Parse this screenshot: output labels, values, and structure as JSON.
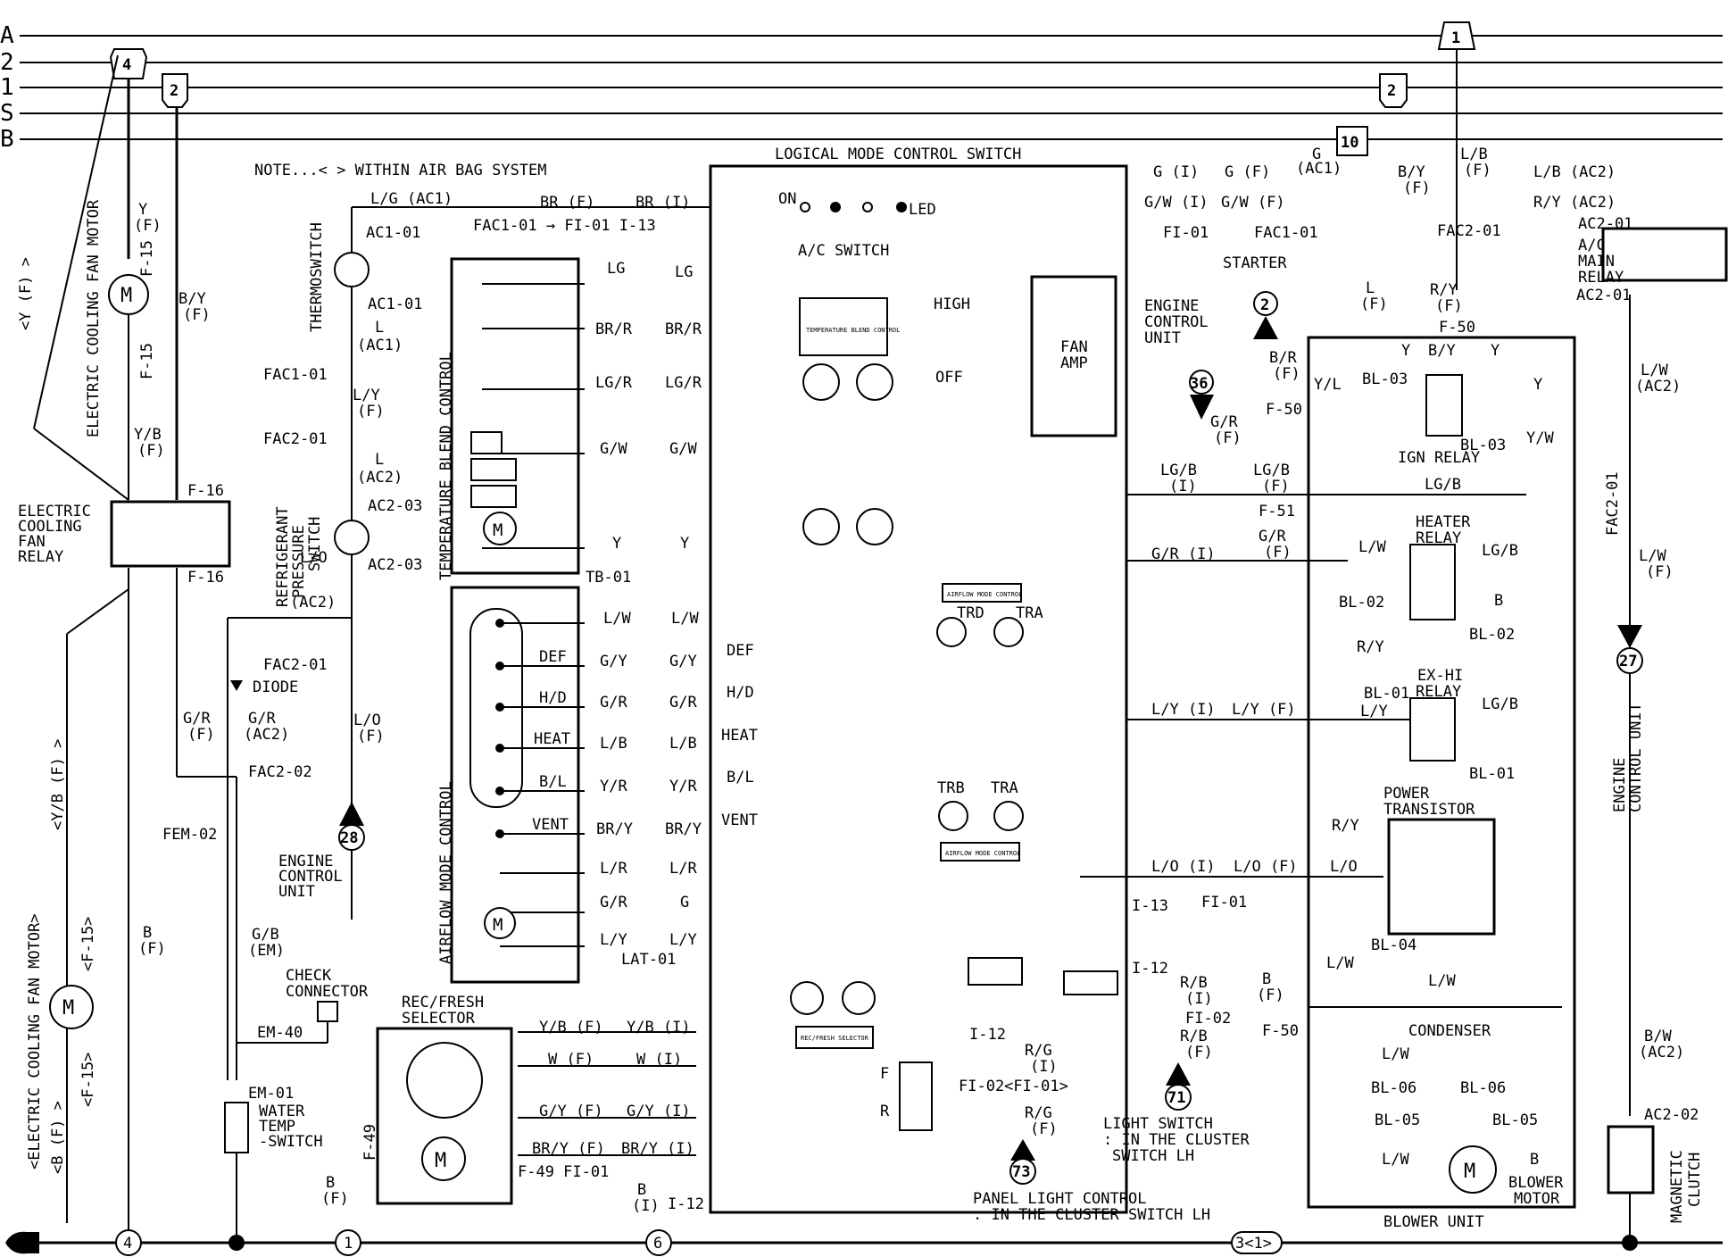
{
  "buses": [
    "A",
    "2",
    "1",
    "S",
    "B"
  ],
  "note": "NOTE...< > WITHIN AIR BAG SYSTEM",
  "bus_tags": {
    "fuse4": "4",
    "fuse2_left": "2",
    "fuse1": "1",
    "fuse2_right": "2",
    "fuse10": "10"
  },
  "components": {
    "logical_mode_control_switch": "LOGICAL MODE CONTROL SWITCH",
    "temperature_blend_control": "TEMPERATURE BLEND CONTROL",
    "airflow_mode_control": "AIRFLOW MODE CONTROL",
    "ac_switch": "A/C SWITCH",
    "led": "LED",
    "on": "ON",
    "fan_amp_1": "FAN",
    "fan_amp_2": "AMP",
    "high": "HIGH",
    "off": "OFF",
    "temp_blend_chip": "TEMPERATURE BLEND CONTROL",
    "airflow_chip_top": "AIRFLOW MODE CONTROL",
    "airflow_chip_bottom": "AIRFLOW MODE CONTROL",
    "rec_fresh_chip": "REC/FRESH SELECTOR",
    "thermoswitch": "THERMOSWITCH",
    "refrigerant_1": "REFRIGERANT",
    "refrigerant_2": "PRESSURE",
    "refrigerant_3": "SWITCH",
    "electric_cooling_fan_motor_top": "ELECTRIC COOLING FAN MOTOR",
    "electric_cooling_fan_motor_bottom": "<ELECTRIC COOLING FAN MOTOR>",
    "ecf_relay_1": "ELECTRIC",
    "ecf_relay_2": "COOLING",
    "ecf_relay_3": "FAN",
    "ecf_relay_4": "RELAY",
    "diode": "DIODE",
    "engine_control_unit_1": "ENGINE",
    "engine_control_unit_2": "CONTROL",
    "engine_control_unit_3": "UNIT",
    "engine_control_unit_right_1": "ENGINE",
    "engine_control_unit_right_2": "CONTROL UNIT",
    "check_connector_1": "CHECK",
    "check_connector_2": "CONNECTOR",
    "water_temp_1": "WATER",
    "water_temp_2": "TEMP",
    "water_temp_3": "-SWITCH",
    "rec_fresh_selector_1": "REC/FRESH",
    "rec_fresh_selector_2": "SELECTOR",
    "starter": "STARTER",
    "ac_main_relay_1": "A/C",
    "ac_main_relay_2": "MAIN",
    "ac_main_relay_3": "RELAY",
    "ign_relay": "IGN RELAY",
    "heater_relay_1": "HEATER",
    "heater_relay_2": "RELAY",
    "exhi_relay_1": "EX-HI",
    "exhi_relay_2": "RELAY",
    "power_transistor_1": "POWER",
    "power_transistor_2": "TRANSISTOR",
    "condenser": "CONDENSER",
    "blower_motor_1": "BLOWER",
    "blower_motor_2": "MOTOR",
    "blower_unit": "BLOWER UNIT",
    "magnetic_clutch_1": "MAGNETIC",
    "magnetic_clutch_2": "CLUTCH",
    "light_switch_1": "LIGHT SWITCH",
    "light_switch_2": ": IN THE CLUSTER",
    "light_switch_3": "SWITCH LH",
    "panel_light_1": "PANEL LIGHT CONTROL",
    "panel_light_2": ": IN THE CLUSTER SWITCH LH",
    "engine_control_unit_mid_1": "ENGINE",
    "engine_control_unit_mid_2": "CONTROL",
    "engine_control_unit_mid_3": "UNIT",
    "trd": "TRD",
    "tra_top": "TRA",
    "trb": "TRB",
    "tra_bottom": "TRA",
    "motor": "M"
  },
  "modes": [
    "DEF",
    "H/D",
    "HEAT",
    "B/L",
    "VENT"
  ],
  "switch_modes": [
    "DEF",
    "H/D",
    "HEAT",
    "B/L",
    "VENT"
  ],
  "rec_fresh_positions": [
    "F",
    "R"
  ],
  "connectors": {
    "ac1_01_a": "AC1-01",
    "ac1_01_b": "AC1-01",
    "fac1_01_left": "FAC1-01",
    "fac1_01_top": "FAC1-01 → FI-01 I-13",
    "fac2_01_a": "FAC2-01",
    "fac2_01_b": "FAC2-01",
    "ac2_03_a": "AC2-03",
    "ac2_03_b": "AC2-03",
    "fac2_02": "FAC2-02",
    "fem_02": "FEM-02",
    "em_40": "EM-40",
    "em_01": "EM-01",
    "f_15_a": "F-15",
    "f_15_b": "F-15",
    "f_15_c": "<F-15>",
    "f_15_d": "<F-15>",
    "f_16_a": "F-16",
    "f_16_b": "F-16",
    "f_49_a": "F-49",
    "f_49_b": "F-49 FI-01",
    "tb_01": "TB-01",
    "lat_01": "LAT-01",
    "i_12_a": "I-12",
    "i_12_b": "I-12",
    "i_12_c": "I-12",
    "i_13": "I-13",
    "fi_01_a": "FI-01",
    "fi_01_b": "FI-01",
    "fac1_01_right": "FAC1-01",
    "fi_02_a": "FI-02",
    "fi_02_b": "FI-02<FI-01>",
    "f_50_a": "F-50",
    "f_50_b": "F-50",
    "f_50_c": "F-50",
    "f_51": "F-51",
    "bl_03_a": "BL-03",
    "bl_03_b": "BL-03",
    "bl_02_a": "BL-02",
    "bl_02_b": "BL-02",
    "bl_01_a": "BL-01",
    "bl_01_b": "BL-01",
    "bl_04": "BL-04",
    "bl_06_a": "BL-06",
    "bl_06_b": "BL-06",
    "bl_05_a": "BL-05",
    "bl_05_b": "BL-05",
    "fac2_01_right": "FAC2-01",
    "ac2_01_a": "AC2-01",
    "ac2_01_b": "AC2-01",
    "fac2_01_vert": "FAC2-01",
    "ac2_02": "AC2-02"
  },
  "wires": {
    "lg_ac1": "L/G (AC1)",
    "br_f": "BR (F)",
    "br_i": "BR (I)",
    "l_ac1_1": "L",
    "l_ac1_2": "(AC1)",
    "ly_f_1": "L/Y",
    "ly_f_2": "(F)",
    "l_ac2_1": "L",
    "l_ac2_2": "(AC2)",
    "lo_ac2_1": "L/O",
    "lo_ac2_2": "(AC2)",
    "lo_f_1": "L/O",
    "lo_f_2": "(F)",
    "gr_f_1": "G/R",
    "gr_f_2": "(F)",
    "gr_ac2_1": "G/R",
    "gr_ac2_2": "(AC2)",
    "gb_em_1": "G/B",
    "gb_em_2": "(EM)",
    "b_f_1": "B",
    "b_f_2": "(F)",
    "b_f_bottom_1": "B",
    "b_f_bottom_2": "(F)",
    "y_f_1": "Y",
    "y_f_2": "(F)",
    "by_f_1": "B/Y",
    "by_f_2": "(F)",
    "yb_f_1": "Y/B",
    "yb_f_2": "(F)",
    "y_f_vert": "<Y (F) >",
    "yb_f_vert": "<Y/B (F) >",
    "b_f_vert": "<B (F) >",
    "lg": "LG",
    "br_r": "BR/R",
    "lg_r": "LG/R",
    "g_w": "G/W",
    "y": "Y",
    "l_w": "L/W",
    "g_y": "G/Y",
    "g_r": "G/R",
    "l_b": "L/B",
    "y_r": "Y/R",
    "br_y": "BR/Y",
    "l_r": "L/R",
    "g": "G",
    "l_y": "L/Y",
    "yb_f": "Y/B (F)",
    "yb_i": "Y/B (I)",
    "w_f": "W (F)",
    "w_i": "W (I)",
    "gy_f": "G/Y (F)",
    "gy_i": "G/Y (I)",
    "bry_f": "BR/Y (F)",
    "bry_i": "BR/Y (I)",
    "b_i_1": "B",
    "b_i_2": "(I)",
    "g_i": "G (I)",
    "g_f": "G (F)",
    "gw_i": "G/W (I)",
    "gw_f": "G/W (F)",
    "g_ac1_1": "G",
    "g_ac1_2": "(AC1)",
    "br_f_right_1": "B/R",
    "br_f_right_2": "(F)",
    "gr_f_right_1": "G/R",
    "gr_f_right_2": "(F)",
    "lgb_i_1": "LG/B",
    "lgb_i_2": "(I)",
    "lgb_f_1": "LG/B",
    "lgb_f_2": "(F)",
    "gr_i": "G/R (I)",
    "gr_f_mid_1": "G/R",
    "gr_f_mid_2": "(F)",
    "ly_i": "L/Y (I)",
    "ly_f": "L/Y (F)",
    "lo_i": "L/O (I)",
    "lo_f": "L/O (F)",
    "rb_i_1": "R/B",
    "rb_i_2": "(I)",
    "rb_f_1": "R/B",
    "rb_f_2": "(F)",
    "rg_i_1": "R/G",
    "rg_i_2": "(I)",
    "rg_f_1": "R/G",
    "rg_f_2": "(F)",
    "b_f_right_1": "B",
    "b_f_right_2": "(F)",
    "by_f_right_1": "B/Y",
    "by_f_right_2": "(F)",
    "lb_f_1": "L/B",
    "lb_f_2": "(F)",
    "lb_ac2": "L/B (AC2)",
    "ry_ac2": "R/Y (AC2)",
    "l_f_1": "L",
    "l_f_2": "(F)",
    "ry_f_1": "R/Y",
    "ry_f_2": "(F)",
    "y_l": "Y/L",
    "y_w": "Y/W",
    "y_a": "Y",
    "by": "B/Y",
    "y_b": "Y",
    "y_c": "Y",
    "lgb": "LG/B",
    "lw_a": "L/W",
    "lgb_b": "LG/B",
    "b": "B",
    "ry_a": "R/Y",
    "lgb_c": "LG/B",
    "ly_a": "L/Y",
    "ry_b": "R/Y",
    "lo": "L/O",
    "lw_b": "L/W",
    "lw_c": "L/W",
    "lw_d": "L/W",
    "lw_e": "L/W",
    "b_blower": "B",
    "lw_ac2_1": "L/W",
    "lw_ac2_2": "(AC2)",
    "lw_f_1": "L/W",
    "lw_f_2": "(F)",
    "bw_ac2_1": "B/W",
    "bw_ac2_2": "(AC2)"
  },
  "ref_markers": {
    "m28": "28",
    "m36": "36",
    "m2": "2",
    "m27": "27",
    "m71": "71",
    "m73": "73"
  },
  "ground_points": {
    "g4": "4",
    "g1": "1",
    "g6": "6",
    "g3": "3<1>"
  }
}
